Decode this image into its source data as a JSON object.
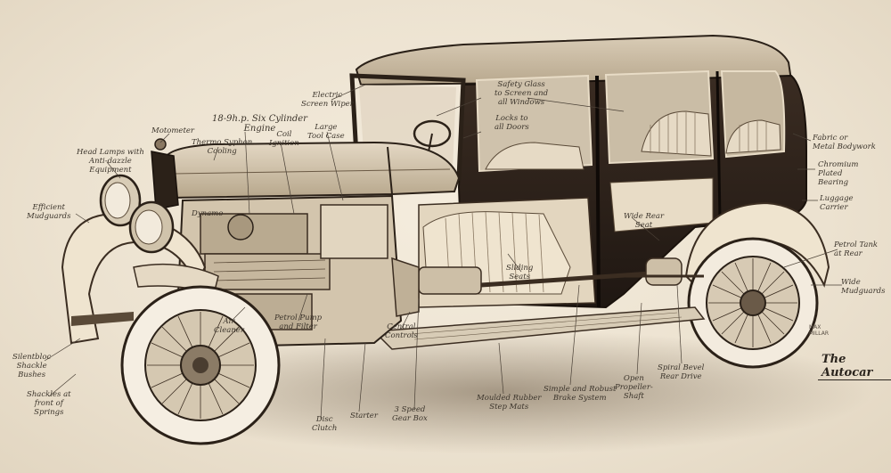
{
  "labels": {
    "electric_screen_wiper": "Electric\nScreen Wiper",
    "safety_glass": "Safety Glass\nto Screen and\nall Windows",
    "locks_to_all_doors": "Locks to\nall Doors",
    "engine": "18-9h.p. Six Cylinder\nEngine",
    "coil_ignition": "Coil\nIgnition",
    "large_tool_case": "Large\nTool Case",
    "motometer": "Motometer",
    "thermo_syphon": "Thermo Syphon\nCooling",
    "head_lamps": "Head Lamps with\nAnti-dazzle\nEquipment",
    "efficient_mudguards": "Efficient\nMudguards",
    "dynamo": "Dynamo",
    "wide_rear_seat": "Wide Rear\nSeat",
    "sliding_seats": "Sliding\nSeats",
    "air_cleaner": "Air\nCleaner",
    "petrol_pump": "Petrol Pump\nand Filter",
    "central_controls": "Central\nControls",
    "fabric_body": "Fabric or\nMetal Bodywork",
    "chromium_plated": "Chromium\nPlated\nBearing",
    "luggage_carrier": "Luggage\nCarrier",
    "petrol_tank": "Petrol Tank\nat Rear",
    "wide_mudguards": "Wide\nMudguards",
    "silentbloc": "Silentbloc\nShackle\nBushes",
    "shackles": "Shackles at\nfront of\nSprings",
    "disc_clutch": "Disc\nClutch",
    "starter": "Starter",
    "gear_box": "3 Speed\nGear Box",
    "rubber_mats": "Moulded Rubber\nStep Mats",
    "brake_system": "Simple and Robust\nBrake System",
    "propeller_shaft": "Open\nPropeller-\nShaft",
    "spiral_bevel": "Spiral Bevel\nRear Drive"
  },
  "artist_credit": "MAX\nMILLAR",
  "signature": "The Autocar"
}
